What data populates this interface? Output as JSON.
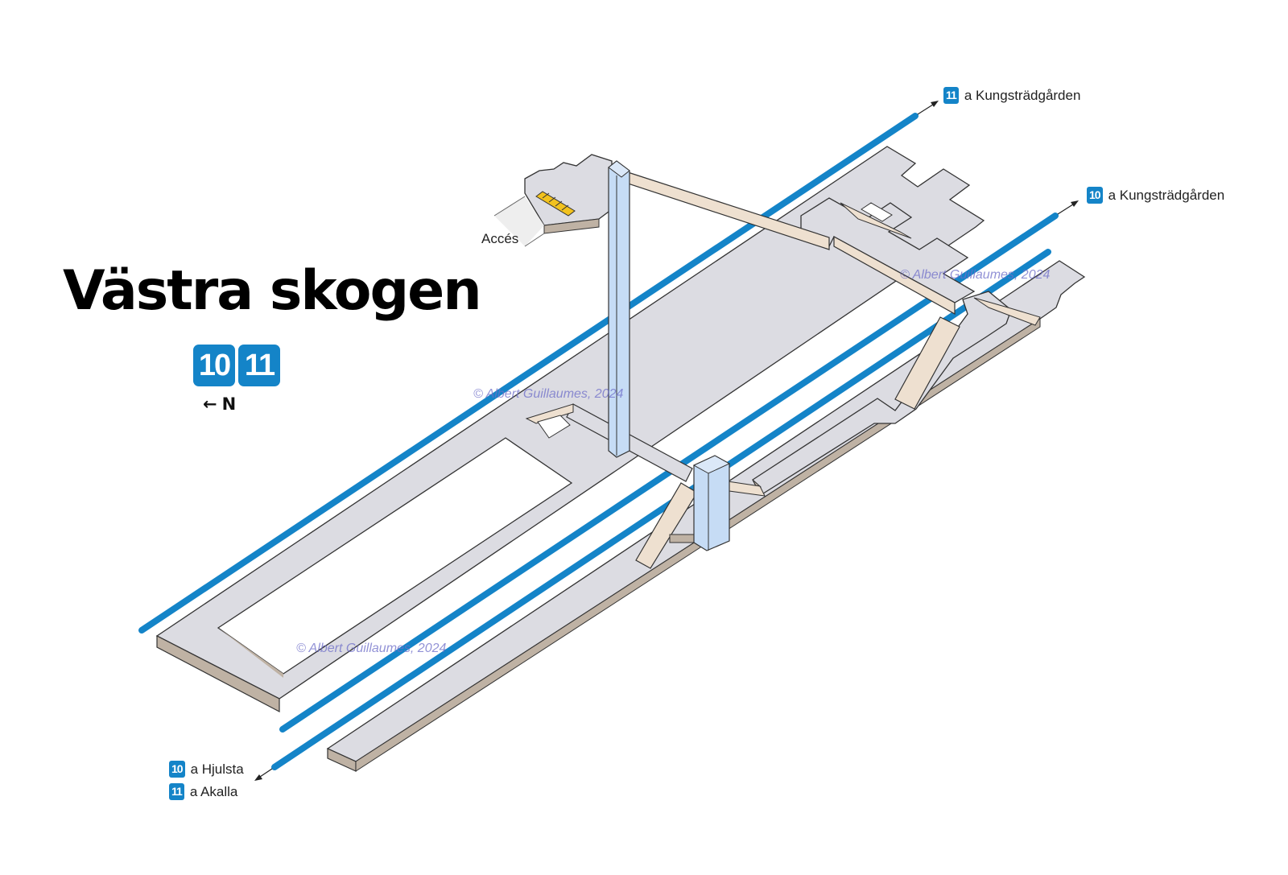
{
  "station": {
    "name": "Västra skogen",
    "lines": [
      "10",
      "11"
    ],
    "line_color": "#1484c8",
    "north_indicator": "N",
    "north_arrow_icon": "arrow-left-icon"
  },
  "destinations": [
    {
      "line": "11",
      "text": "a Kungsträdgården"
    },
    {
      "line": "10",
      "text": "a Kungsträdgården"
    },
    {
      "line": "10",
      "text": "a Hjulsta"
    },
    {
      "line": "11",
      "text": "a Akalla"
    }
  ],
  "labels": {
    "access": "Accés"
  },
  "watermark": "© Albert Guillaumes, 2024",
  "colors": {
    "platform": "#dcdce2",
    "platform_side": "#bfb2a4",
    "ramp": "#eee0d0",
    "elevator": "#c6dcf5",
    "stairs": "#f2c21e"
  }
}
